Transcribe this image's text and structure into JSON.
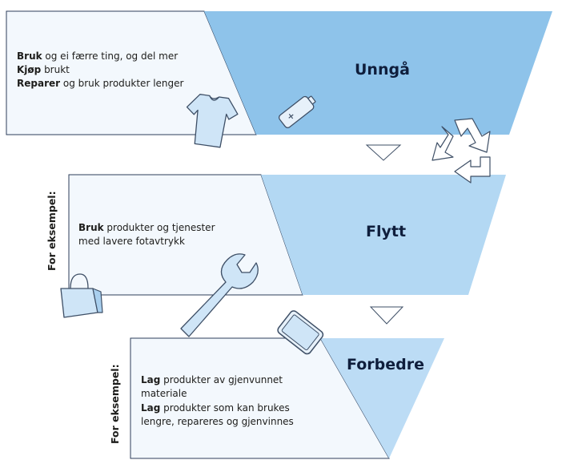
{
  "colors": {
    "triangle_dark": "#8ec3ea",
    "triangle_mid": "#b3d8f3",
    "triangle_light": "#bcdcf5",
    "panel_fill": "#f3f8fd",
    "panel_stroke": "#2c3e5a",
    "icon_fill": "#cfe5f7",
    "icon_stroke": "#3e4f66"
  },
  "tiers": [
    {
      "title": "Unngå",
      "lines": [
        {
          "bold": "Bruk",
          "rest": " og ei færre ting, og del mer"
        },
        {
          "bold": "Kjøp",
          "rest": " brukt"
        },
        {
          "bold": "Reparer",
          "rest": " og bruk produkter lenger"
        }
      ]
    },
    {
      "title": "Flytt",
      "side_label": "For eksempel:",
      "lines": [
        {
          "bold": "Bruk",
          "rest": " produkter og tjenester"
        },
        {
          "bold": "",
          "rest": "med lavere fotavtrykk"
        }
      ]
    },
    {
      "title": "Forbedre",
      "side_label": "For eksempel:",
      "lines": [
        {
          "bold": "Lag",
          "rest": " produkter av gjenvunnet"
        },
        {
          "bold": "",
          "rest": "materiale"
        },
        {
          "bold": "Lag",
          "rest": " produkter som kan brukes"
        },
        {
          "bold": "",
          "rest": "lengre, repareres og gjenvinnes"
        }
      ]
    }
  ],
  "icons": [
    "tshirt-icon",
    "battery-icon",
    "recycle-icon",
    "shopping-bag-icon",
    "wrench-icon",
    "tablet-icon",
    "down-arrow-icon"
  ]
}
